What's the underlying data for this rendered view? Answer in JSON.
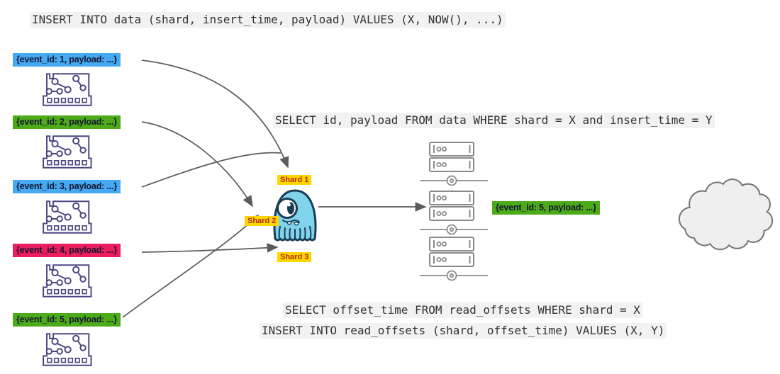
{
  "queries": {
    "insert_data": "INSERT INTO data (shard, insert_time, payload) VALUES (X, NOW(), ...)",
    "select_data": "SELECT id, payload FROM data WHERE shard = X and insert_time = Y",
    "select_offset": "SELECT offset_time FROM read_offsets WHERE shard = X",
    "insert_offset": "INSERT INTO read_offsets (shard, offset_time) VALUES (X, Y)"
  },
  "events": [
    {
      "label": "{event_id: 1, payload: ...}",
      "color": "blue"
    },
    {
      "label": "{event_id: 2, payload: ...}",
      "color": "green"
    },
    {
      "label": "{event_id: 3, payload: ...}",
      "color": "blue"
    },
    {
      "label": "{event_id: 4, payload: ...}",
      "color": "crimson"
    },
    {
      "label": "{event_id: 5, payload: ...}",
      "color": "green"
    }
  ],
  "shards": [
    {
      "label": "Shard 1"
    },
    {
      "label": "Shard 2"
    },
    {
      "label": "Shard 3"
    }
  ],
  "output_event": {
    "label": "{event_id: 5, payload: ...}",
    "color": "green"
  },
  "icons": {
    "event_source": "circuit-board-icon",
    "database_node": "server-stack-icon",
    "queue_mascot": "octopus-mascot-icon",
    "consumer": "cloud-icon"
  },
  "colors": {
    "blue": "#45aaf2",
    "green": "#4dab19",
    "crimson": "#eb1e5f",
    "shard_bg": "#ffd600",
    "shard_text": "#b02e0c",
    "sql_bg": "#f2f2f2",
    "sql_text": "#333333",
    "arrow": "#5b5b5b",
    "octopus_body": "#7fd4ec",
    "octopus_outline": "#1b3c55",
    "circuit_icon": "#4a4880",
    "server_icon": "#8a8a8a",
    "cloud_fill": "#efefef",
    "cloud_stroke": "#777777"
  }
}
